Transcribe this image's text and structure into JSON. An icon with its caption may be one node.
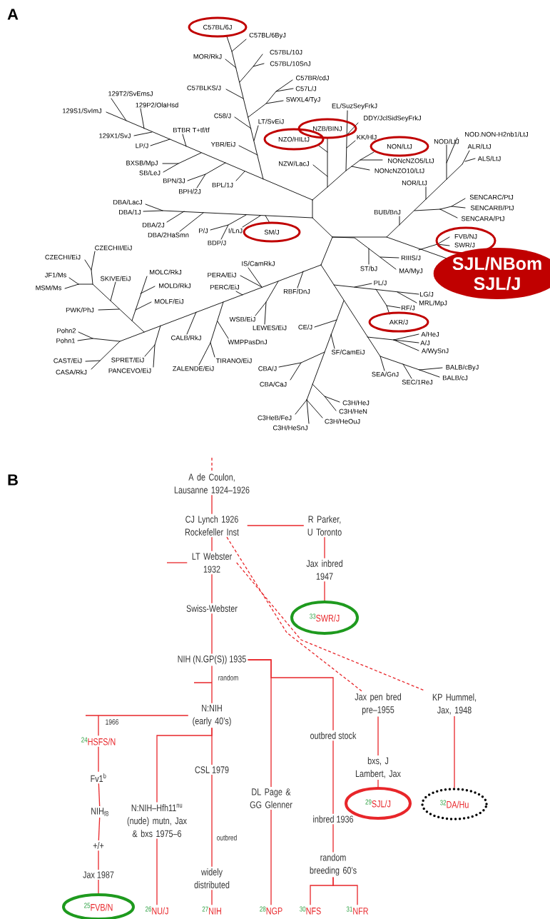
{
  "diagram": {
    "nodes": [
      {
        "text": [
          "C57BL/6J"
        ]
      },
      {
        "text": [
          "NZB/BINJ"
        ]
      },
      {
        "text": [
          "NZO/HILtJ"
        ]
      },
      {
        "text": [
          "NON/LtJ"
        ]
      },
      {
        "text": [
          "SM/J"
        ]
      },
      {
        "text": [
          "FVB/NJ",
          "SWR/J"
        ]
      },
      {
        "text": [
          "SJL/NBom",
          "SJL/J"
        ]
      },
      {
        "text": [
          "AKR/J"
        ]
      },
      {
        "text": [
          "A de Coulon, Lausanne 1924–1926"
        ]
      },
      {
        "text": [
          "CJ Lynch 1926 Rockefeller Inst"
        ]
      },
      {
        "text": [
          "R Parker, U Toronto"
        ]
      },
      {
        "text": [
          "LT Webster 1932"
        ]
      },
      {
        "text": [
          "Jax inbred 1947"
        ]
      },
      {
        "text": [
          "Swiss-Webster"
        ]
      },
      {
        "text": [
          "33",
          "SWR/J"
        ]
      },
      {
        "text": [
          "NIH (N.GP(S)) 1935"
        ]
      },
      {
        "text": [
          "Jax pen bred pre–1955"
        ]
      },
      {
        "text": [
          "KP Hummel, Jax, 1948"
        ]
      },
      {
        "text": [
          "N:NIH (early 40’s)"
        ]
      },
      {
        "text": [
          "24",
          "HSFS/N"
        ]
      },
      {
        "text": [
          "outbred stock"
        ]
      },
      {
        "text": [
          "bxs, J Lambert, Jax"
        ]
      },
      {
        "text": [
          "Fv1$^{b}$"
        ]
      },
      {
        "text": [
          "CSL 1979"
        ]
      },
      {
        "text": [
          "DL Page & GG Glenner"
        ]
      },
      {
        "text": [
          "29",
          "SJL/J"
        ]
      },
      {
        "text": [
          "32",
          "DA/Hu"
        ]
      },
      {
        "text": [
          "NIH$_{f8}$"
        ]
      },
      {
        "text": [
          "N:NIH–Hfh11$^{nu}$ (nude) mutn, Jax & bxs 1975–6"
        ]
      },
      {
        "text": [
          "inbred 1936"
        ]
      },
      {
        "text": [
          "+/+"
        ]
      },
      {
        "text": [
          "random breeding 60’s"
        ]
      },
      {
        "text": [
          "widely distributed"
        ]
      },
      {
        "text": [
          "Jax 1987"
        ]
      },
      {
        "text": [
          "25",
          "FVB/N"
        ]
      },
      {
        "text": [
          "26",
          "NU/J"
        ]
      },
      {
        "text": [
          "27",
          "NIH"
        ]
      },
      {
        "text": [
          "28",
          "NGP"
        ]
      },
      {
        "text": [
          "30",
          "NFS"
        ]
      },
      {
        "text": [
          "31",
          "NFR"
        ]
      }
    ],
    "edges": [
      {
        "from": null,
        "to": 8,
        "arrow": "none",
        "style": "dashed"
      },
      {
        "from": 8,
        "to": 9,
        "arrow": "none"
      },
      {
        "from": 9,
        "to": 10,
        "arrow": "none"
      },
      {
        "from": 9,
        "to": 11,
        "arrow": "none"
      },
      {
        "from": null,
        "to": 11,
        "arrow": "none"
      },
      {
        "from": 10,
        "to": 12,
        "arrow": "none"
      },
      {
        "from": 11,
        "to": 13,
        "arrow": "none"
      },
      {
        "from": 12,
        "to": 14,
        "arrow": "none"
      },
      {
        "from": 9,
        "to": 16,
        "arrow": "none",
        "style": "dashed"
      },
      {
        "from": 11,
        "to": 17,
        "arrow": "none",
        "style": "dashed"
      },
      {
        "from": 13,
        "to": 15,
        "arrow": "none"
      },
      {
        "from": 15,
        "to": 18,
        "arrow": "none",
        "label": "random"
      },
      {
        "from": 15,
        "to": 24,
        "arrow": "none"
      },
      {
        "from": 15,
        "to": 20,
        "arrow": "none"
      },
      {
        "from": 18,
        "to": 19,
        "arrow": "none",
        "label": "1966"
      },
      {
        "from": 18,
        "to": 28,
        "arrow": "none"
      },
      {
        "from": 18,
        "to": 23,
        "arrow": "none"
      },
      {
        "from": 19,
        "to": 22,
        "arrow": "none"
      },
      {
        "from": 22,
        "to": 27,
        "arrow": "none"
      },
      {
        "from": 27,
        "to": 30,
        "arrow": "none"
      },
      {
        "from": 30,
        "to": 33,
        "arrow": "none"
      },
      {
        "from": 33,
        "to": 34,
        "arrow": "none"
      },
      {
        "from": 23,
        "to": 32,
        "arrow": "none",
        "label": "outbred"
      },
      {
        "from": 32,
        "to": 36,
        "arrow": "none"
      },
      {
        "from": 28,
        "to": 35,
        "arrow": "none"
      },
      {
        "from": 24,
        "to": 37,
        "arrow": "none"
      },
      {
        "from": 20,
        "to": 29,
        "arrow": "none"
      },
      {
        "from": 29,
        "to": 31,
        "arrow": "none"
      },
      {
        "from": 31,
        "to": 38,
        "arrow": "none"
      },
      {
        "from": 31,
        "to": 39,
        "arrow": "none"
      },
      {
        "from": 16,
        "to": 21,
        "arrow": "none"
      },
      {
        "from": 21,
        "to": 25,
        "arrow": "none"
      },
      {
        "from": 17,
        "to": 26,
        "arrow": "none"
      }
    ],
    "labels": [
      "A",
      "C57BL/6ByJ",
      "C57BL/10J",
      "MOR/RkJ",
      "C57BL/10SnJ",
      "C57BR/cdJ",
      "C57BLKS/J",
      "C57L/J",
      "129T2/SvEmsJ",
      "SWXL4/TyJ",
      "129P2/OlaHsd",
      "EL/SuzSeyFrkJ",
      "129S1/SvImJ",
      "C58/J",
      "DDY/JclSidSeyFrkJ",
      "LT/SvEiJ",
      "BTBR T+tf/tf",
      "NOD.NON-H2nb1/LtJ",
      "129X1/SvJ",
      "KK/HlJ",
      "NOD/LtJ",
      "YBR/EiJ",
      "LP/J",
      "ALR/LtJ",
      "NONcNZO5/LtJ",
      "ALS/LtJ",
      "BXSB/MpJ",
      "NZW/LacJ",
      "NONcNZO10/LtJ",
      "SB/LeJ",
      "BPN/3J",
      "NOR/LtJ",
      "BPL/1J",
      "BPH/2J",
      "SENCARC/PtJ",
      "DBA/LacJ",
      "SENCARB/PtJ",
      "DBA/1J",
      "BUB/BnJ",
      "SENCARA/PtJ",
      "DBA/2J",
      "P/J",
      "I/LnJ",
      "DBA/2HaSmn",
      "BDP/J",
      "CZECHII/EiJ",
      "CZECHI/EiJ",
      "RIIIS/J",
      "IS/CamRkJ",
      "ST/bJ",
      "MA/MyJ",
      "MOLC/RkJ",
      "JF1/Ms",
      "PERA/EiJ",
      "SKIVE/EiJ",
      "PL/J",
      "MOLD/RkJ",
      "PERC/EiJ",
      "MSM/Ms",
      "RBF/DnJ",
      "LG/J",
      "MOLF/EiJ",
      "MRL/MpJ",
      "RF/J",
      "PWK/PhJ",
      "WSB/EiJ",
      "CE/J",
      "LEWES/EiJ",
      "Pohn2",
      "A/HeJ",
      "CALB/RkJ",
      "Pohn1",
      "WMPPasDnJ",
      "A/J",
      "A/WySnJ",
      "SF/CamEiJ",
      "SPRET/EiJ",
      "CAST/EiJ",
      "TIRANO/EiJ",
      "BALB/cByJ",
      "CBA/J",
      "ZALENDE/EiJ",
      "PANCEVO/EiJ",
      "CASA/RkJ",
      "SEA/GnJ",
      "BALB/cJ",
      "SEC/1ReJ",
      "CBA/CaJ",
      "C3H/HeJ",
      "C3H/HeN",
      "C3HeB/FeJ",
      "C3H/HeOuJ",
      "C3H/HeSnJ",
      "B"
    ]
  }
}
